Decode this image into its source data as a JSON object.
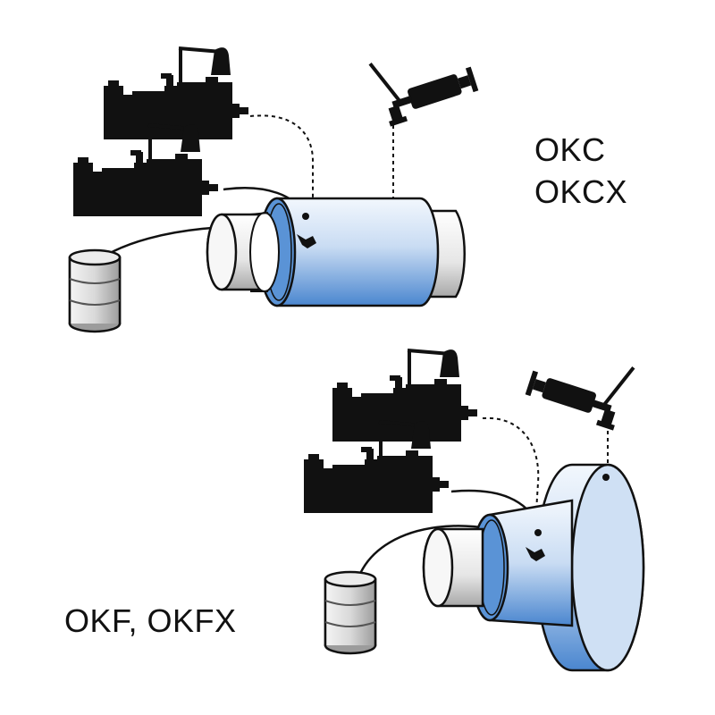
{
  "labels": {
    "okc": "OKC",
    "okcx": "OKCX",
    "okf": "OKF, OKFX"
  },
  "colors": {
    "pump": "#111111",
    "sleeve_light": "#e8f1fb",
    "sleeve_dark": "#4a86cf",
    "pipe_light": "#ffffff",
    "pipe_dark": "#bdbdbd",
    "outline": "#111111",
    "text": "#111111"
  }
}
